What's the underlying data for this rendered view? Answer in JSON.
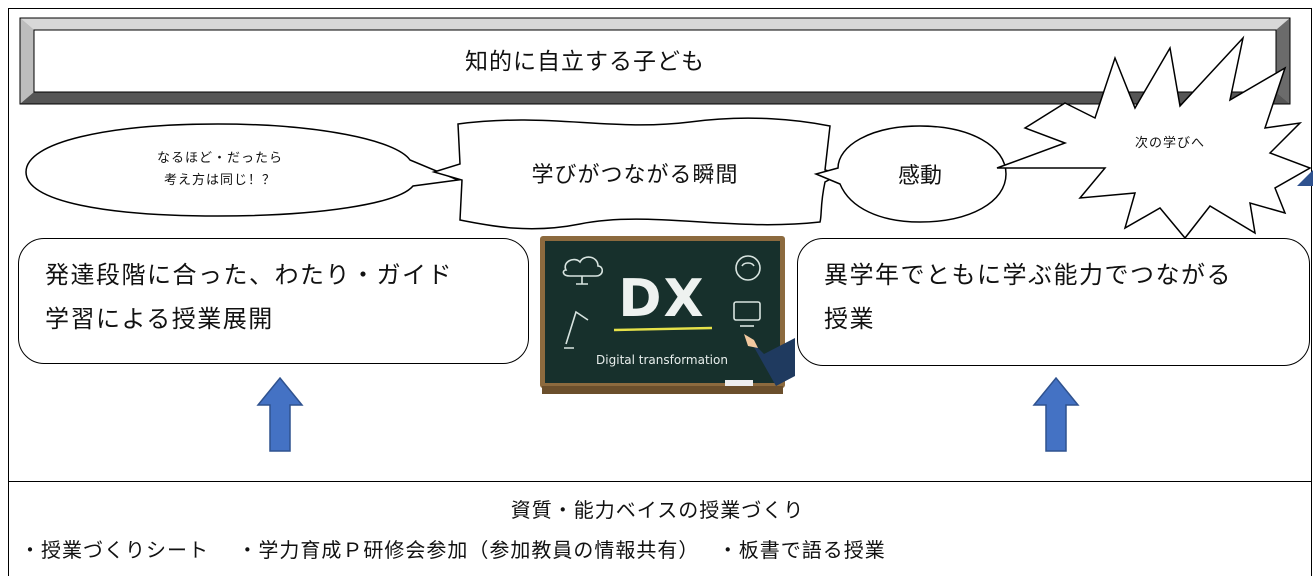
{
  "title": "知的に自立する子ども",
  "speech": {
    "line1": "なるほど・だったら",
    "line2": "考え方は同じ！？",
    "banner": "学びがつながる瞬間",
    "kandou": "感動",
    "burst": "次の学びへ"
  },
  "left_box": {
    "line1": "発達段階に合った、わたり・ガイド",
    "line2": "学習による授業展開"
  },
  "right_box": {
    "line1": "異学年でともに学ぶ能力でつながる",
    "line2": "授業"
  },
  "board": {
    "big": "DX",
    "caption": "Digital transformation"
  },
  "bottom": {
    "title": "資質・能力ベイスの授業づくり",
    "items": "・授業づくりシート　 ・学力育成Ｐ研修会参加（参加教員の情報共有）　 ・板書で語る授業"
  },
  "colors": {
    "arrow_fill": "#4472c4",
    "arrow_stroke": "#2f528f",
    "board": "#17302c",
    "board_frame": "#8c6a3e"
  }
}
